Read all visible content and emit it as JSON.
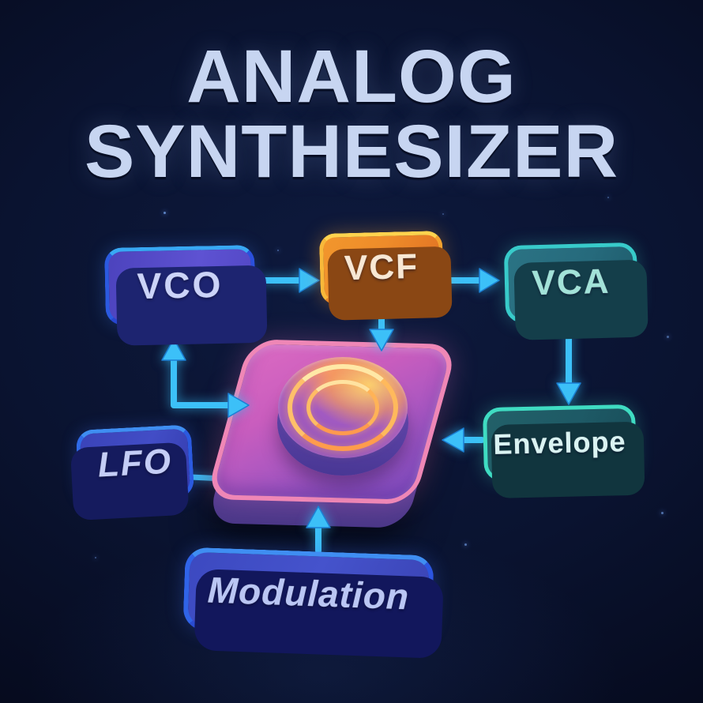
{
  "title": {
    "line1": "ANALOG",
    "line2": "SYNTHESIZER"
  },
  "nodes": {
    "vco": {
      "label": "VCO",
      "fill": "#5e52d2",
      "border": "#38a8f4"
    },
    "vcf": {
      "label": "VCF",
      "fill": "#ee8c2a",
      "border": "#ffc23e"
    },
    "vca": {
      "label": "VCA",
      "fill": "#266a7c",
      "border": "#38cbca"
    },
    "lfo": {
      "label": "LFO",
      "fill": "#424dc6",
      "border": "#2f6ae8"
    },
    "envelope": {
      "label": "Envelope",
      "fill": "#1e5a66",
      "border": "#3fdcc2"
    },
    "modulation": {
      "label": "Modulation",
      "fill": "#4553cc",
      "border": "#2e62e8"
    },
    "knob": {
      "label": "",
      "fill": "#a75cc2",
      "border": "#ef87b6"
    }
  },
  "connections": [
    {
      "from": "VCO",
      "to": "VCF"
    },
    {
      "from": "VCF",
      "to": "VCA"
    },
    {
      "from": "VCF",
      "to": "Knob"
    },
    {
      "from": "VCA",
      "to": "Envelope"
    },
    {
      "from": "Envelope",
      "to": "Knob"
    },
    {
      "from": "LFO",
      "to": "VCO"
    },
    {
      "from": "LFO",
      "to": "Knob"
    },
    {
      "from": "Modulation",
      "to": "Knob"
    }
  ],
  "colors": {
    "background": "#0a1330",
    "title_text": "#c7d5f1",
    "arrow": "#3cc0f8",
    "knob_ring": "#ffb357"
  }
}
